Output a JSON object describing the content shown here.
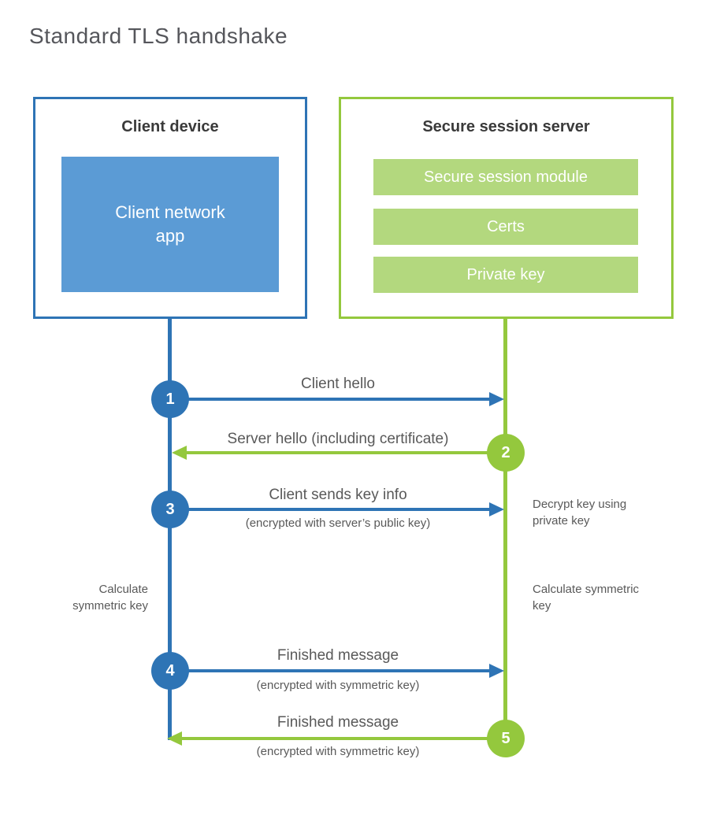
{
  "title": "Standard TLS handshake",
  "colors": {
    "blue_strong": "#2e74b5",
    "blue_light": "#5b9bd5",
    "green_strong": "#94c83d",
    "green_light": "#b3d87e",
    "label_gray": "#595959",
    "heading_dark": "#3a3a3a",
    "title_gray": "#55565b",
    "background": "#ffffff"
  },
  "client": {
    "title": "Client device",
    "app_label": "Client network app"
  },
  "server": {
    "title": "Secure session server",
    "modules": [
      "Secure session module",
      "Certs",
      "Private key"
    ]
  },
  "steps": [
    {
      "num": "1",
      "label": "Client hello",
      "sublabel": "",
      "direction": "right",
      "color": "blue",
      "from": "client",
      "to": "server"
    },
    {
      "num": "2",
      "label": "Server hello (including certificate)",
      "sublabel": "",
      "direction": "left",
      "color": "green",
      "from": "server",
      "to": "client"
    },
    {
      "num": "3",
      "label": "Client sends key info",
      "sublabel": "(encrypted with server’s public key)",
      "direction": "right",
      "color": "blue",
      "from": "client",
      "to": "server"
    },
    {
      "num": "4",
      "label": "Finished message",
      "sublabel": "(encrypted with symmetric key)",
      "direction": "right",
      "color": "blue",
      "from": "client",
      "to": "server"
    },
    {
      "num": "5",
      "label": "Finished message",
      "sublabel": "(encrypted with symmetric key)",
      "direction": "left",
      "color": "green",
      "from": "server",
      "to": "client"
    }
  ],
  "notes": {
    "decrypt": "Decrypt key using private key",
    "calc_left": "Calculate symmetric key",
    "calc_right": "Calculate symmetric key"
  }
}
